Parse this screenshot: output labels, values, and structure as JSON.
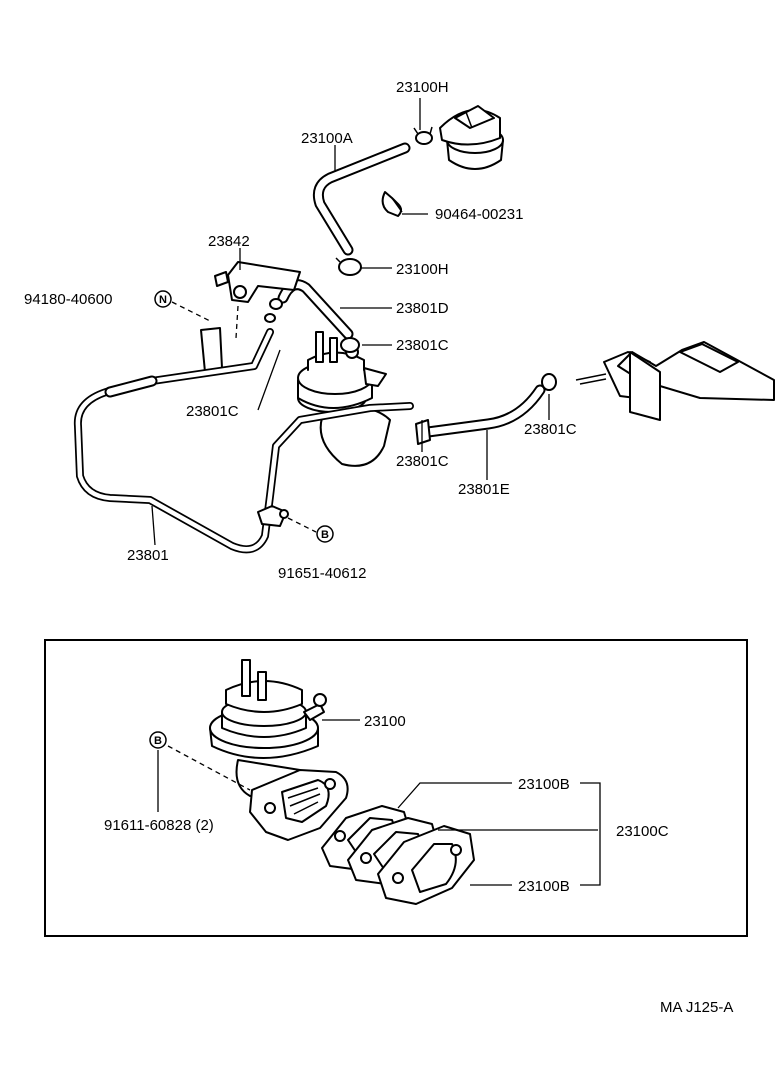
{
  "diagram": {
    "reference_code": "MA J125-A",
    "callouts": {
      "c23100H_top": "23100H",
      "c23100A": "23100A",
      "c90464": "90464-00231",
      "c23100H_mid": "23100H",
      "c23842": "23842",
      "c94180": "94180-40600",
      "c23801D": "23801D",
      "c23801C_right": "23801C",
      "c23801C_left": "23801C",
      "c23801C_mid": "23801C",
      "c23801C_far": "23801C",
      "c23801E": "23801E",
      "c23801": "23801",
      "c91651": "91651-40612",
      "c23100": "23100",
      "c91611": "91611-60828 (2)",
      "c23100B_top": "23100B",
      "c23100C": "23100C",
      "c23100B_bottom": "23100B"
    },
    "symbols": {
      "n_marker": "N",
      "b_marker_top": "B",
      "b_marker_bottom": "B"
    }
  }
}
